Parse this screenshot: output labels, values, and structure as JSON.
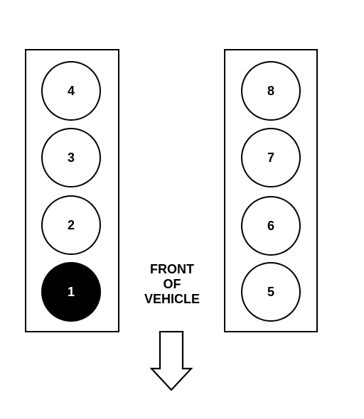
{
  "left_bank": {
    "cylinders": [
      {
        "number": "4",
        "filled": false
      },
      {
        "number": "3",
        "filled": false
      },
      {
        "number": "2",
        "filled": false
      },
      {
        "number": "1",
        "filled": true
      }
    ]
  },
  "right_bank": {
    "cylinders": [
      {
        "number": "8",
        "filled": false
      },
      {
        "number": "7",
        "filled": false
      },
      {
        "number": "6",
        "filled": false
      },
      {
        "number": "5",
        "filled": false
      }
    ]
  },
  "front_label": {
    "line1": "FRONT",
    "line2": "OF",
    "line3": "VEHICLE"
  },
  "icons": {
    "arrow": "down-arrow-icon"
  },
  "colors": {
    "stroke": "#000000",
    "background": "#ffffff",
    "highlight_fill": "#000000",
    "highlight_text": "#ffffff"
  }
}
